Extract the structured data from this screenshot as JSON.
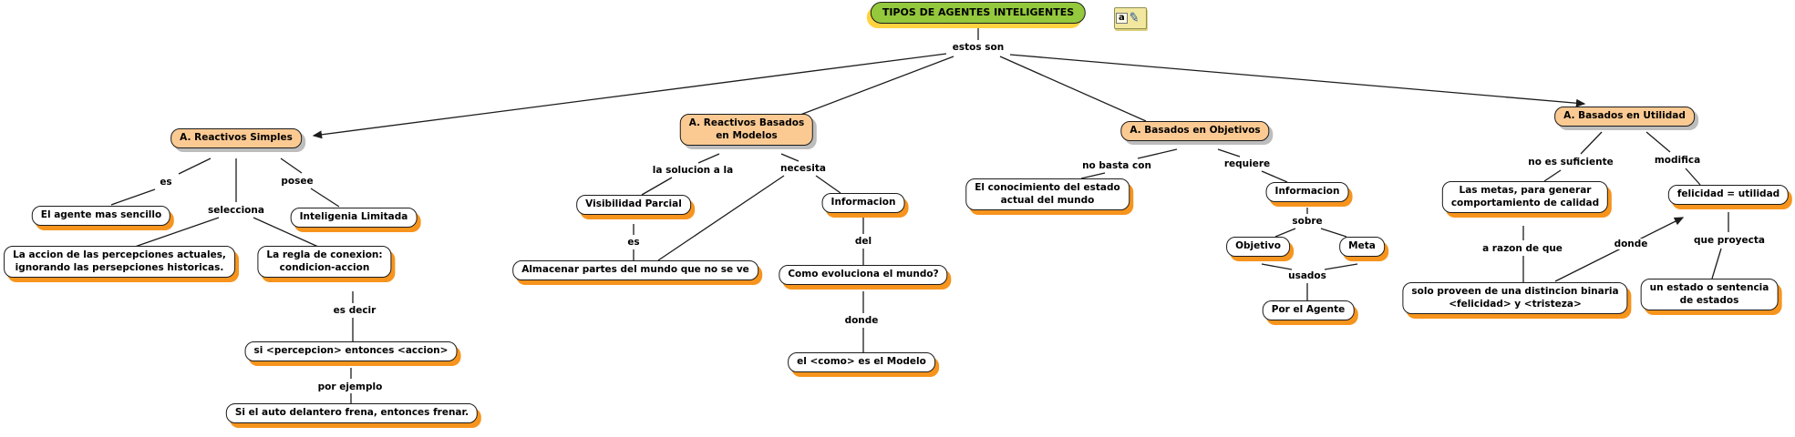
{
  "map": {
    "colors": {
      "background": "#FFFFFF",
      "title_fill": "#94C83D",
      "title_shadow": "#FFD23F",
      "branch_node_fill": "#FBCA93",
      "branch_node_shadow": "#BDBDBD",
      "concept_node_fill": "#FFFFFF",
      "concept_node_shadow": "#F7941D",
      "line": "#1C1C1C"
    },
    "note_icon": {
      "label": "a",
      "pen_glyph": "✎"
    },
    "nodes": {
      "title": {
        "text": "TIPOS DE AGENTES INTELIGENTES"
      },
      "reactivos_simples": {
        "text": "A. Reactivos Simples"
      },
      "agente_sencillo": {
        "text": "El agente mas sencillo"
      },
      "inteligencia_limitada": {
        "text": "Inteligenia Limitada"
      },
      "accion_percepciones": {
        "text": "La accion de las percepciones actuales,\nignorando las persepciones historicas."
      },
      "regla_conexion": {
        "text": "La regla de conexion:\ncondicion-accion"
      },
      "si_percepcion": {
        "text": "si <percepcion> entonces <accion>"
      },
      "auto_delantero": {
        "text": "Si el auto delantero frena, entonces frenar."
      },
      "reactivos_modelos": {
        "text": "A. Reactivos Basados\nen Modelos"
      },
      "visibilidad_parcial": {
        "text": "Visibilidad Parcial"
      },
      "almacenar_partes": {
        "text": "Almacenar partes del mundo que no se ve"
      },
      "informacion_modelos": {
        "text": "Informacion"
      },
      "como_evoluciona": {
        "text": "Como evoluciona el mundo?"
      },
      "el_como_modelo": {
        "text": "el <como> es el Modelo"
      },
      "basados_objetivos": {
        "text": "A. Basados en Objetivos"
      },
      "conocimiento_estado": {
        "text": "El conocimiento del estado\nactual del mundo"
      },
      "informacion_objetivos": {
        "text": "Informacion"
      },
      "objetivo": {
        "text": "Objetivo"
      },
      "meta": {
        "text": "Meta"
      },
      "por_el_agente": {
        "text": "Por el Agente"
      },
      "basados_utilidad": {
        "text": "A. Basados en Utilidad"
      },
      "las_metas": {
        "text": "Las metas, para generar\ncomportamiento de calidad"
      },
      "felicidad_utilidad": {
        "text": "felicidad = utilidad"
      },
      "solo_proveen": {
        "text": "solo proveen de una distincion binaria\n<felicidad> y <tristeza>"
      },
      "un_estado": {
        "text": "un estado o sentencia\nde estados"
      }
    },
    "labels": {
      "estos_son": {
        "text": "estos son"
      },
      "es_1": {
        "text": "es"
      },
      "selecciona": {
        "text": "selecciona"
      },
      "posee": {
        "text": "posee"
      },
      "es_decir": {
        "text": "es decir"
      },
      "por_ejemplo": {
        "text": "por ejemplo"
      },
      "la_solucion": {
        "text": "la solucion a la"
      },
      "necesita": {
        "text": "necesita"
      },
      "es_2": {
        "text": "es"
      },
      "del": {
        "text": "del"
      },
      "donde_1": {
        "text": "donde"
      },
      "no_basta_con": {
        "text": "no basta con"
      },
      "requiere": {
        "text": "requiere"
      },
      "sobre": {
        "text": "sobre"
      },
      "usados": {
        "text": "usados"
      },
      "no_es_suficiente": {
        "text": "no es suficiente"
      },
      "modifica": {
        "text": "modifica"
      },
      "a_razon_de_que": {
        "text": "a razon de que"
      },
      "donde_2": {
        "text": "donde"
      },
      "que_proyecta": {
        "text": "que proyecta"
      }
    }
  }
}
